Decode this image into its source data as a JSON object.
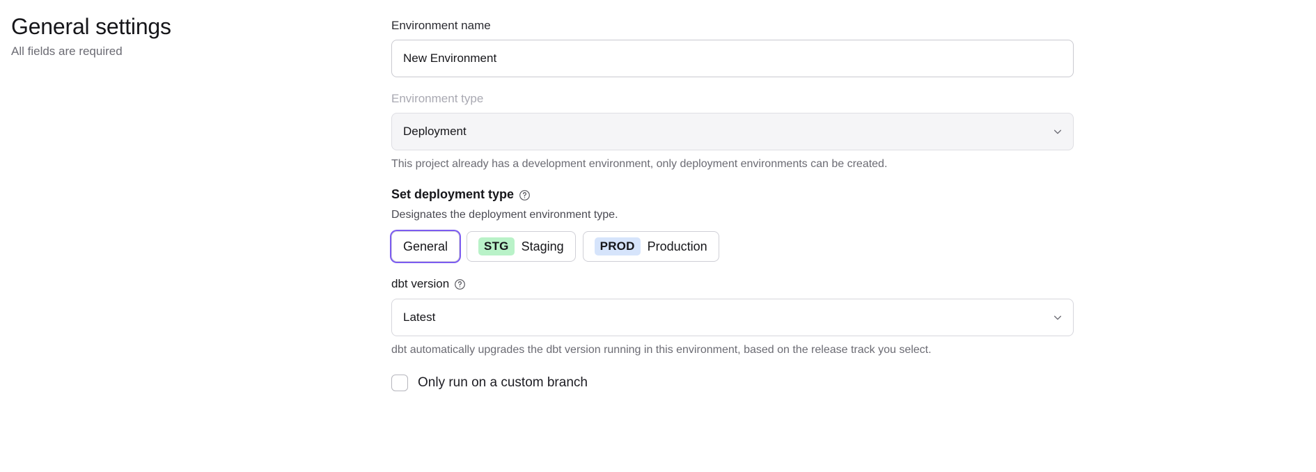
{
  "header": {
    "title": "General settings",
    "subtitle": "All fields are required"
  },
  "form": {
    "environment_name": {
      "label": "Environment name",
      "value": "New Environment",
      "placeholder": "Environment name"
    },
    "environment_type": {
      "label": "Environment type",
      "value": "Deployment",
      "disabled": true,
      "help_text": "This project already has a development environment, only deployment environments can be created."
    },
    "deployment_type": {
      "heading": "Set deployment type",
      "description": "Designates the deployment environment type.",
      "options": [
        {
          "label": "General",
          "badge": "",
          "badge_kind": "",
          "selected": true
        },
        {
          "label": "Staging",
          "badge": "STG",
          "badge_kind": "stg",
          "selected": false
        },
        {
          "label": "Production",
          "badge": "PROD",
          "badge_kind": "prod",
          "selected": false
        }
      ]
    },
    "dbt_version": {
      "label": "dbt version",
      "value": "Latest",
      "help_text": "dbt automatically upgrades the dbt version running in this environment, based on the release track you select."
    },
    "custom_branch": {
      "label": "Only run on a custom branch",
      "checked": false
    }
  },
  "icons": {
    "help": "question-circle-icon",
    "chevron": "chevron-down-icon"
  },
  "colors": {
    "focus_ring": "#7c5cf0",
    "stg_badge": "#b9f2c8",
    "prod_badge": "#d6e4fb",
    "disabled_bg": "#f5f5f7"
  }
}
